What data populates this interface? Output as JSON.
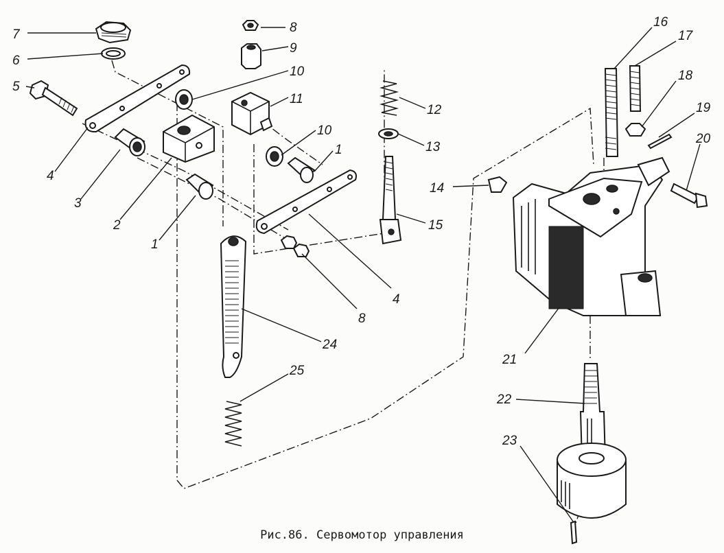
{
  "caption": "Рис.86. Сервомотор управления",
  "labels": {
    "l1a": "1",
    "l1b": "1",
    "l2": "2",
    "l3": "3",
    "l4a": "4",
    "l4b": "4",
    "l5": "5",
    "l6": "6",
    "l7": "7",
    "l8a": "8",
    "l8b": "8",
    "l9": "9",
    "l10a": "10",
    "l10b": "10",
    "l11": "11",
    "l12": "12",
    "l13": "13",
    "l14": "14",
    "l15": "15",
    "l16": "16",
    "l17": "17",
    "l18": "18",
    "l19": "19",
    "l20": "20",
    "l21": "21",
    "l22": "22",
    "l23": "23",
    "l24": "24",
    "l25": "25"
  }
}
